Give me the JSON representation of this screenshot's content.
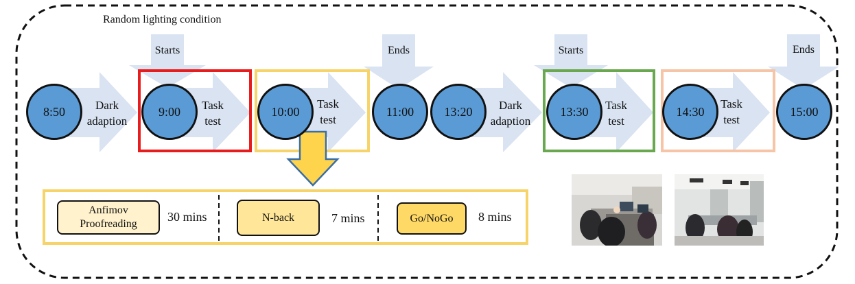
{
  "condition_label": "Random lighting condition",
  "timeline": [
    {
      "time": "8:50",
      "phase": [
        "Dark",
        "adaption"
      ]
    },
    {
      "time": "9:00",
      "phase": [
        "Task",
        "test"
      ],
      "frame_color": "#e81c1c"
    },
    {
      "time": "10:00",
      "phase": [
        "Task",
        "test"
      ],
      "frame_color": "#f7d46a"
    },
    {
      "time": "11:00"
    },
    {
      "time": "13:20",
      "phase": [
        "Dark",
        "adaption"
      ]
    },
    {
      "time": "13:30",
      "phase": [
        "Task",
        "test"
      ],
      "frame_color": "#6aa84f"
    },
    {
      "time": "14:30",
      "phase": [
        "Task",
        "test"
      ],
      "frame_color": "#f6c4a6"
    },
    {
      "time": "15:00"
    }
  ],
  "markers": {
    "start1": "Starts",
    "end1": "Ends",
    "start2": "Starts",
    "end2": "Ends"
  },
  "tasks": [
    {
      "name": [
        "Anfimov",
        "Proofreading"
      ],
      "duration": "30 mins",
      "color": "#fff2cc"
    },
    {
      "name": [
        "N-back"
      ],
      "duration": "7 mins",
      "color": "#ffe699"
    },
    {
      "name": [
        "Go/NoGo"
      ],
      "duration": "8 mins",
      "color": "#ffd966"
    }
  ],
  "photos": [
    "lab-photo-1",
    "lab-photo-2"
  ]
}
